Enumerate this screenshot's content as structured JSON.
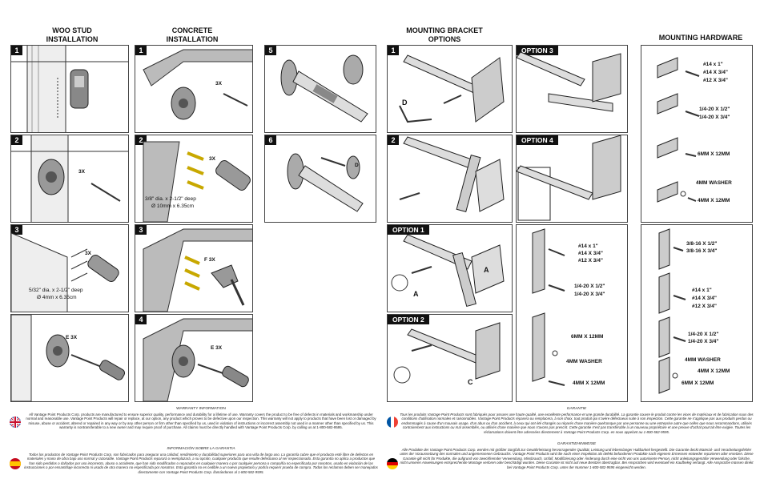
{
  "headers": {
    "wood": "WOO STUD\nINSTALLATION",
    "concrete": "CONCRETE\nINSTALLATION",
    "bracket": "MOUNTING BRACKET\nOPTIONS",
    "hardware": "MOUNTING HARDWARE"
  },
  "steps": {
    "s1": "1",
    "s2": "2",
    "s3": "3",
    "s4": "4",
    "s5": "5",
    "s6": "6"
  },
  "wood": {
    "qty_3x": "3X",
    "drill_note_1": "5/32\" dia. x 2-1/2\" deep",
    "drill_note_2": "Ø 4mm x 6.35cm",
    "e3x": "E 3X"
  },
  "concrete": {
    "qty_3x": "3X",
    "drill_note_1": "3/8\" dia. x 2-1/2\" deep",
    "drill_note_2": "Ø 10mm x 6.35cm",
    "f3x": "F 3X",
    "e3x": "E 3X"
  },
  "letters": {
    "d": "D",
    "a": "A",
    "c": "C"
  },
  "options": {
    "o1": "OPTION 1",
    "o2": "OPTION 2",
    "o3": "OPTION 3",
    "o4": "OPTION 4"
  },
  "hw": {
    "s14x1": "#14 x 1\"",
    "s14x34": "#14 X 3/4\"",
    "s12x34": "#12 X 3/4\"",
    "s1420x12": "1/4-20 X 1/2\"",
    "s1420x34": "1/4-20 X 3/4\"",
    "m6x12": "6MM X 12MM",
    "m4washer": "4MM WASHER",
    "m4x12": "4MM X 12MM",
    "s3816x12": "3/8-16 X 1/2\"",
    "s3816x34": "3/8-16 X 3/4\"",
    "s14x1b": "#14 x 1\""
  },
  "warranty": {
    "en_title": "WARRANTY INFORMATION",
    "en_body": "All Vantage Point Products Corp. products are manufactured to ensure superior quality, performance and durability for a lifetime of use. Warranty covers the product to be free of defects in materials and workmanship under normal and reasonable use. Vantage Point Products will repair or replace, at our option, any product which proves to be defective upon our inspection. This warranty will not apply to products that have been lost or damaged by misuse, abuse or accident, altered or repaired in any way or by any other person or firm other than specified by us, used in violation of instructions or incorrect assembly not used in a manner other than specified by us. This warranty is nontransferable to a new owner and may require proof of purchase. All claims must be directly handled with Vantage Point Products Corp. by calling us at 1-800-582-9595.",
    "es_title": "INFORMACIÓN SOBRE LA GARANTIA",
    "es_body": "Todos los productos de Vantage Point Products Corp. son fabricados para asegurar una calidad, rendimiento y durabilidad superiores para una vida de largo uso. La garantía cubre que el producto esté libre de defectos en materiales y mano de obra bajo uso normal y razonable. Vantage Point Products reparará o reemplazará, a su opción, cualquier producto que resulte defectuoso al ser inspeccionado. Esta garantía no aplica a productos que han sido perdidos o dañados por uso incorrecto, abuso o accidente, que han sido modificados o reparados en cualquier manera o por cualquier persona o compañía no especificada por nosotros, usado en violación de las instrucciones o por ensamblaje incorrecto ni usado de otra manera no especificada por nosotros. Esta garantía no es cedible a un nuevo propietario y podría requerir prueba de compra. Todos los reclamos deben ser manejados directamente con Vantage Point Products Corp. llamándonos al 1-800-582-9595.",
    "fr_title": "GARANTIE",
    "fr_body": "Tous les produits Vantage Point Products sont fabriqués pour assurer une haute qualité, une excellente performance et une grande durabilité. La garantie couvre le produit contre les vices de matériaux et de fabrication sous des conditions d'utilisation normales et raisonnables. Vantage Point Products réparera ou remplacera, à son choix, tout produit qui s'avère défectueux suite à son inspection. Cette garantie ne s'applique pas aux produits perdus ou endommagés à cause d'un mauvais usage, d'un abus ou d'un accident, à ceux qui ont été changés ou réparés d'une manière quelconque par une personne ou une entreprise autre que celles que nous recommandons, utilisés contrairement aux instructions ou mal assemblés, ou utilisés d'une manière que nous n'avons pas prescrit. Cette garantie n'est pas transférable à un nouveau propriétaire et une preuve d'achat pourrait être exigée. Toutes les réclamations doivent être adressées directement à Vantage Point Products Corp. en nous appelant au 1-800-582-9595.",
    "de_title": "GARANTIEHINWEISE",
    "de_body": "Alle Produkte der Vantage Point Products Corp. werden mit größter Sorgfalt zur Gewährleistung hervorragender Qualität, Leistung und lebenslanger Haltbarkeit hergestellt. Die Garantie deckt Material- und Verarbeitungsfehler unter der Voraussetzung des normalen und angemessenen Gebrauchs. Vantage Point Products wird die nach einer Inspektion als defekt befundenen Produkte nach eigenem Ermessen entweder reparieren oder ersetzen. Diese Garantie gilt nicht für Produkte, die aufgrund von zweckfremder Verwendung, Missbrauch, Unfall, Modifizierung oder Änderung durch eine nicht von uns autorisierte Person, nicht anleitungsgemäße Verwendung oder falsche, nicht unseren Anweisungen entsprechende Montage verloren oder beschädigt wurden. Diese Garantie ist nicht auf neue Besitzer übertragbar. Bei Ansprüchen wird eventuell ein Kaufbeleg verlangt. Alle Ansprüche müssen direkt bei Vantage Point Products Corp. unter der Nummer 1-800-582-9595 eingereicht werden."
  }
}
